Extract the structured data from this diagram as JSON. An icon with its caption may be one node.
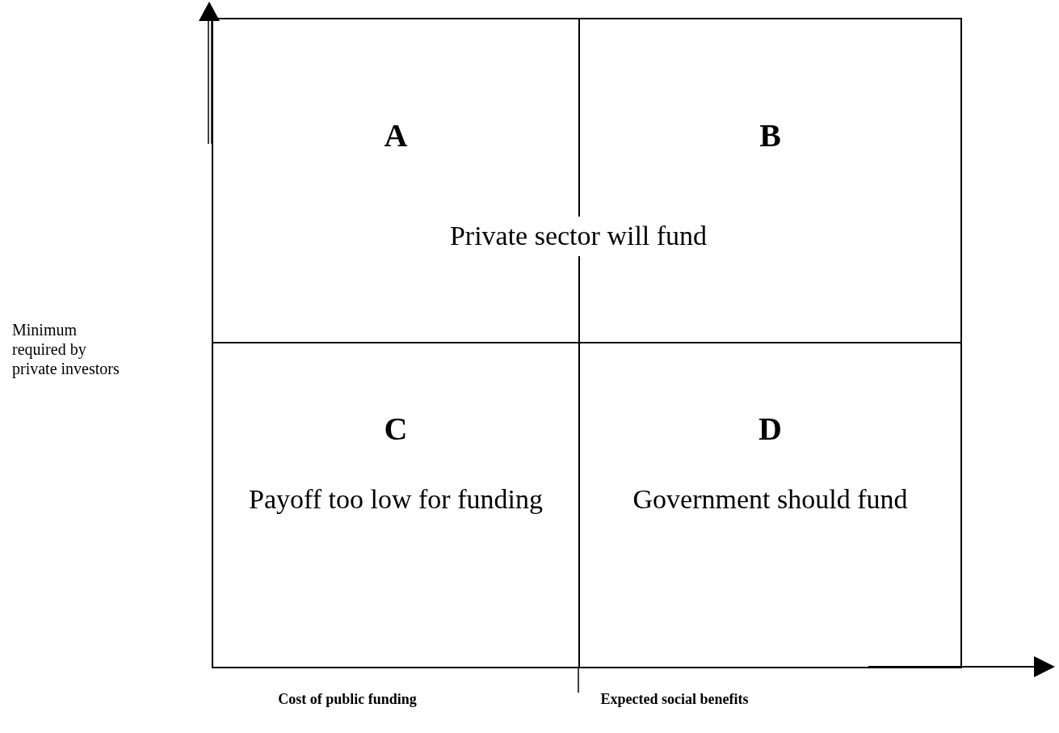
{
  "diagram": {
    "nodes": [
      {
        "text": [
          "A"
        ]
      },
      {
        "text": [
          "B"
        ]
      },
      {
        "text": [
          "C",
          "Payoff too low for funding"
        ]
      },
      {
        "text": [
          "D",
          "Government should fund"
        ]
      }
    ],
    "labels": [
      "Private sector will fund",
      "Minimum required by private investors",
      "Cost of public funding",
      "Expected social benefits"
    ]
  }
}
